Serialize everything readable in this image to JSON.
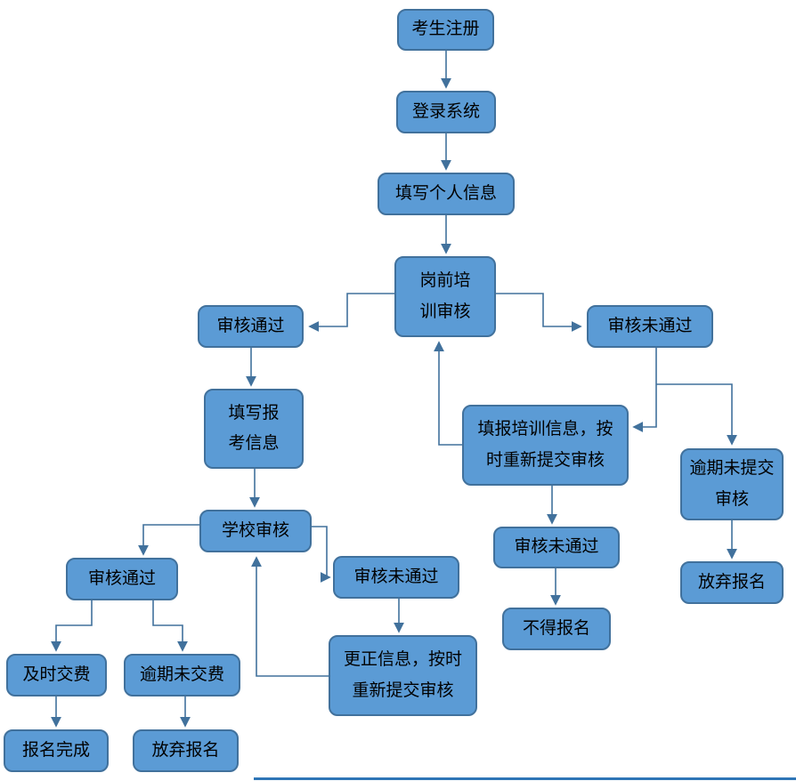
{
  "flow": {
    "background_color": "#FFFFFF",
    "node_fill_color": "#5B9BD5",
    "node_border_color": "#41719C",
    "arrow_color": "#41719C",
    "nodes": [
      {
        "id": "candidate-register",
        "label": "考生注册"
      },
      {
        "id": "login-system",
        "label": "登录系统"
      },
      {
        "id": "fill-personal-info",
        "label": "填写个人信息"
      },
      {
        "id": "pre-job-training-review",
        "label": "岗前培\n训审核"
      },
      {
        "id": "review-passed-top",
        "label": "审核通过"
      },
      {
        "id": "review-failed-top",
        "label": "审核未通过"
      },
      {
        "id": "fill-exam-info",
        "label": "填写报\n考信息"
      },
      {
        "id": "resubmit-training-info",
        "label": "填报培训信息，按\n时重新提交审核"
      },
      {
        "id": "overdue-not-submitted",
        "label": "逾期未提交\n审核"
      },
      {
        "id": "school-review",
        "label": "学校审核"
      },
      {
        "id": "review-failed-mid",
        "label": "审核未通过"
      },
      {
        "id": "review-passed-left",
        "label": "审核通过"
      },
      {
        "id": "review-failed-center",
        "label": "审核未通过"
      },
      {
        "id": "abandon-registration-right",
        "label": "放弃报名"
      },
      {
        "id": "not-allowed-register",
        "label": "不得报名"
      },
      {
        "id": "pay-on-time",
        "label": "及时交费"
      },
      {
        "id": "overdue-not-paid",
        "label": "逾期未交费"
      },
      {
        "id": "correct-info-resubmit",
        "label": "更正信息，按时\n重新提交审核"
      },
      {
        "id": "registration-complete",
        "label": "报名完成"
      },
      {
        "id": "abandon-registration-bottom",
        "label": "放弃报名"
      }
    ],
    "edges": [
      {
        "from": "candidate-register",
        "to": "login-system"
      },
      {
        "from": "login-system",
        "to": "fill-personal-info"
      },
      {
        "from": "fill-personal-info",
        "to": "pre-job-training-review"
      },
      {
        "from": "pre-job-training-review",
        "to": "review-passed-top"
      },
      {
        "from": "pre-job-training-review",
        "to": "review-failed-top"
      },
      {
        "from": "review-passed-top",
        "to": "fill-exam-info"
      },
      {
        "from": "review-failed-top",
        "to": "resubmit-training-info"
      },
      {
        "from": "review-failed-top",
        "to": "overdue-not-submitted"
      },
      {
        "from": "resubmit-training-info",
        "to": "pre-job-training-review"
      },
      {
        "from": "resubmit-training-info",
        "to": "review-failed-mid"
      },
      {
        "from": "review-failed-mid",
        "to": "not-allowed-register"
      },
      {
        "from": "overdue-not-submitted",
        "to": "abandon-registration-right"
      },
      {
        "from": "fill-exam-info",
        "to": "school-review"
      },
      {
        "from": "school-review",
        "to": "review-passed-left"
      },
      {
        "from": "school-review",
        "to": "review-failed-center"
      },
      {
        "from": "review-passed-left",
        "to": "pay-on-time"
      },
      {
        "from": "review-passed-left",
        "to": "overdue-not-paid"
      },
      {
        "from": "pay-on-time",
        "to": "registration-complete"
      },
      {
        "from": "overdue-not-paid",
        "to": "abandon-registration-bottom"
      },
      {
        "from": "review-failed-center",
        "to": "correct-info-resubmit"
      },
      {
        "from": "correct-info-resubmit",
        "to": "school-review"
      }
    ]
  }
}
